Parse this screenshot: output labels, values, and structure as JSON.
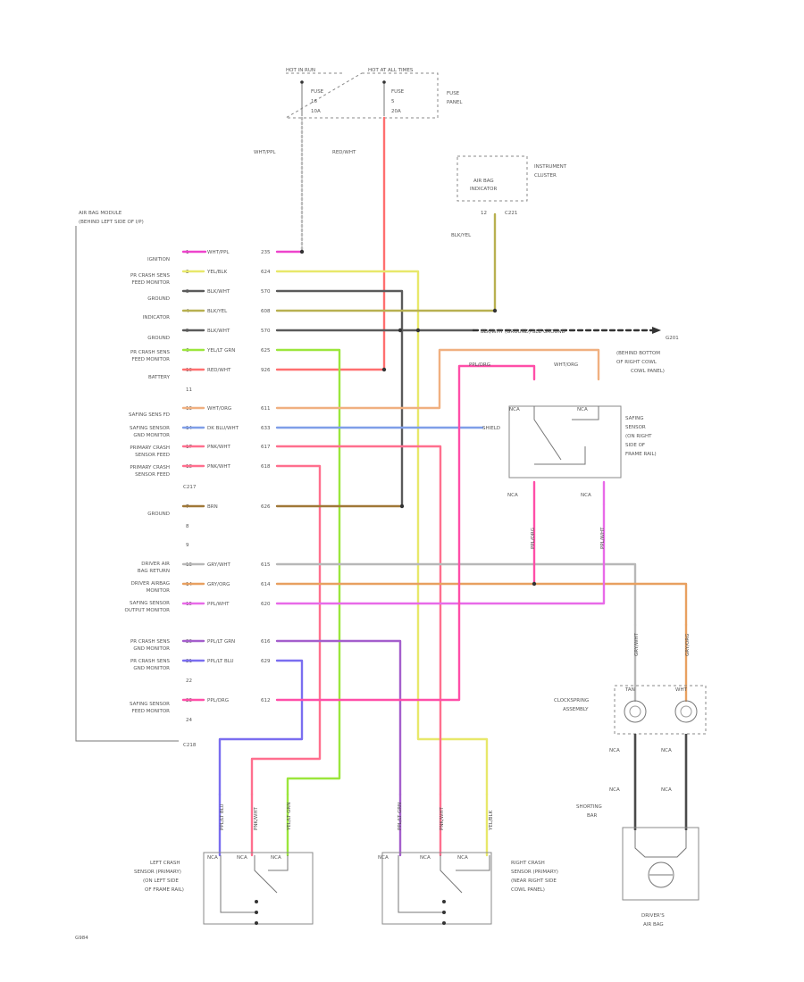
{
  "top": {
    "feed_left": "HOT IN RUN",
    "feed_right": "HOT AT ALL TIMES",
    "fuse_a": [
      "FUSE",
      "16",
      "10A"
    ],
    "fuse_b": [
      "FUSE",
      "5",
      "20A"
    ],
    "fuse_panel": [
      "FUSE",
      "PANEL"
    ],
    "wire_left": "WHT/PPL",
    "wire_right": "RED/WHT"
  },
  "cluster": {
    "indicator": [
      "AIR BAG",
      "INDICATOR"
    ],
    "title": [
      "INSTRUMENT",
      "CLUSTER"
    ],
    "pin": "12",
    "conn": "C221",
    "wire": "BLK/YEL"
  },
  "module": {
    "title": [
      "AIR BAG MODULE",
      "(BEHIND LEFT SIDE OF I/P)"
    ],
    "conn1": "C217",
    "conn2": "C218"
  },
  "labels": [
    {
      "k": "ign",
      "lines": [
        "IGNITION"
      ]
    },
    {
      "k": "pcm",
      "lines": [
        "PR CRASH SENS",
        "FEED MONITOR"
      ]
    },
    {
      "k": "gnd1",
      "lines": [
        "GROUND"
      ]
    },
    {
      "k": "ind",
      "lines": [
        "INDICATOR"
      ]
    },
    {
      "k": "gnd2",
      "lines": [
        "GROUND"
      ]
    },
    {
      "k": "pcm2",
      "lines": [
        "PR CRASH SENS",
        "FEED MONITOR"
      ]
    },
    {
      "k": "bat",
      "lines": [
        "BATTERY"
      ]
    },
    {
      "k": "ssfd",
      "lines": [
        "SAFING SENS FD"
      ]
    },
    {
      "k": "ssgm",
      "lines": [
        "SAFING SENSOR",
        "GND MONITOR"
      ]
    },
    {
      "k": "pcsf",
      "lines": [
        "PRIMARY CRASH",
        "SENSOR FEED"
      ]
    },
    {
      "k": "pcsf2",
      "lines": [
        "PRIMARY CRASH",
        "SENSOR FEED"
      ]
    },
    {
      "k": "gnd3",
      "lines": [
        "GROUND"
      ]
    },
    {
      "k": "dabr",
      "lines": [
        "DRIVER AIR",
        "BAG RETURN"
      ]
    },
    {
      "k": "dabm",
      "lines": [
        "DRIVER AIRBAG",
        "MONITOR"
      ]
    },
    {
      "k": "ssom",
      "lines": [
        "SAFING SENSOR",
        "OUTPUT MONITOR"
      ]
    },
    {
      "k": "pcgm",
      "lines": [
        "PR CRASH SENS",
        "GND MONITOR"
      ]
    },
    {
      "k": "pcgm2",
      "lines": [
        "PR CRASH SENS",
        "GND MONITOR"
      ]
    },
    {
      "k": "ssfm",
      "lines": [
        "SAFING SENSOR",
        "FEED MONITOR"
      ]
    }
  ],
  "pins": [
    {
      "n": "1",
      "w": "WHT/PPL",
      "c": "235"
    },
    {
      "n": "2",
      "w": "YEL/BLK",
      "c": "624"
    },
    {
      "n": "3",
      "w": "BLK/WHT",
      "c": "570"
    },
    {
      "n": "4",
      "w": "BLK/YEL",
      "c": "608"
    },
    {
      "n": "5",
      "w": "BLK/WHT",
      "c": "570"
    },
    {
      "n": "6",
      "w": "YEL/LT GRN",
      "c": "625"
    },
    {
      "n": "10",
      "w": "RED/WHT",
      "c": "926"
    },
    {
      "n": "11",
      "w": "",
      "c": ""
    },
    {
      "n": "13",
      "w": "WHT/ORG",
      "c": "611"
    },
    {
      "n": "14",
      "w": "DK BLU/WHT",
      "c": "633"
    },
    {
      "n": "17",
      "w": "PNK/WHT",
      "c": "617"
    },
    {
      "n": "18",
      "w": "PNK/WHT",
      "c": "618"
    },
    {
      "n": "7",
      "w": "BRN",
      "c": "626"
    },
    {
      "n": "8",
      "w": "",
      "c": ""
    },
    {
      "n": "9",
      "w": "",
      "c": ""
    },
    {
      "n": "13",
      "w": "GRY/WHT",
      "c": "615"
    },
    {
      "n": "14",
      "w": "GRY/ORG",
      "c": "614"
    },
    {
      "n": "15",
      "w": "PPL/WHT",
      "c": "620"
    },
    {
      "n": "20",
      "w": "PPL/LT GRN",
      "c": "616"
    },
    {
      "n": "21",
      "w": "PPL/LT BLU",
      "c": "629"
    },
    {
      "n": "22",
      "w": "",
      "c": ""
    },
    {
      "n": "23",
      "w": "PPL/ORG",
      "c": "612"
    },
    {
      "n": "24",
      "w": "",
      "c": ""
    }
  ],
  "ground_wire": "BLK/WHT (GROUND) SEE GROUND",
  "g201": "G201",
  "safing": {
    "location": [
      "(BEHIND BOTTOM",
      "OF RIGHT COWL",
      "COWL PANEL)"
    ],
    "title": [
      "SAFING",
      "SENSOR",
      "(ON RIGHT",
      "SIDE OF",
      "FRAME RAIL)"
    ],
    "wire_left": "PPL/ORG",
    "wire_right": "WHT/ORG",
    "pin_a": "NCA",
    "pin_b": "NCA",
    "pin_c": "NCA",
    "pin_d": "NCA",
    "shield": "SHIELD",
    "vert_left": "PPL/ORG",
    "vert_right": "PPL/WHT"
  },
  "clock": {
    "title": [
      "CLOCKSPRING",
      "ASSEMBLY"
    ],
    "pin_a": "TAN",
    "pin_b": "WHT",
    "wire_a": "GRY/WHT",
    "wire_b": "GRY/ORG",
    "nca": "NCA",
    "short_bar": [
      "SHORTING",
      "BAR"
    ],
    "airbag": [
      "DRIVER'S",
      "AIR BAG"
    ]
  },
  "left_sensor": {
    "title": [
      "LEFT CRASH",
      "SENSOR (PRIMARY)",
      "(ON LEFT SIDE",
      "OF FRAME RAIL)"
    ],
    "pins": [
      "NCA",
      "NCA",
      "NCA"
    ],
    "wires": [
      "PPL/LT BLU",
      "PNK/WHT",
      "YEL/LT GRN"
    ]
  },
  "right_sensor": {
    "title": [
      "RIGHT CRASH",
      "SENSOR (PRIMARY)",
      "(NEAR RIGHT SIDE",
      "COWL PANEL)"
    ],
    "pins": [
      "NCA",
      "NCA",
      "NCA"
    ],
    "wires": [
      "PPL/LT GRN",
      "PNK/WHT",
      "YEL/BLK"
    ]
  },
  "ref": "G984",
  "colors": {
    "wht_ppl": "#ee44cc",
    "red_wht": "#ff6f6f",
    "yel_blk": "#e8e86a",
    "blk_wht": "#5a5a5a",
    "blk_yel": "#b8b050",
    "yel_grn": "#9be63c",
    "wht_org": "#f0b080",
    "blu_wht": "#7f9ee8",
    "pnk_wht": "#ff6f8e",
    "brn": "#a07838",
    "gry_wht": "#b8b8b8",
    "gry_org": "#e8a060",
    "ppl_wht": "#e86ae8",
    "ppl_grn": "#a45ecc",
    "ppl_blu": "#7a6ef0",
    "ppl_org": "#ff4ea8"
  }
}
